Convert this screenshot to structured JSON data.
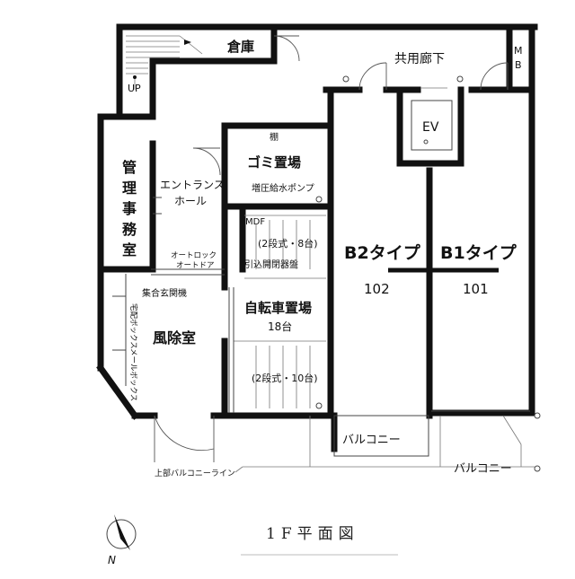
{
  "plan": {
    "title": "1F平面図",
    "north_label": "N",
    "rooms": {
      "storage": "倉庫",
      "corridor": "共用廊下",
      "mb_line1": "M",
      "mb_line2": "B",
      "up": "UP",
      "ev": "EV",
      "shelf": "棚",
      "garbage": "ゴミ置場",
      "pump": "増圧給水ポンプ",
      "management_chars": [
        "管",
        "理",
        "事",
        "務",
        "室"
      ],
      "entrance_line1": "エントランス",
      "entrance_line2": "ホール",
      "autolock_line1": "オートロック",
      "autolock_line2": "オートドア",
      "mdf": "MDF",
      "bike_upper": "(2段式・8台)",
      "switchboard": "引込開閉器盤",
      "bike_name": "自転車置場",
      "bike_count": "18台",
      "bike_lower": "(2段式・10台)",
      "intercom": "集合玄関機",
      "windbreak": "風除室",
      "delivery_box": "宅配ボックス",
      "mailbox": "メールボックス",
      "b2_type": "B2タイプ",
      "b2_number": "102",
      "b1_type": "B1タイプ",
      "b1_number": "101",
      "balcony_left": "バルコニー",
      "balcony_right": "バルコニー",
      "upper_balcony_line": "上部バルコニーライン"
    }
  }
}
